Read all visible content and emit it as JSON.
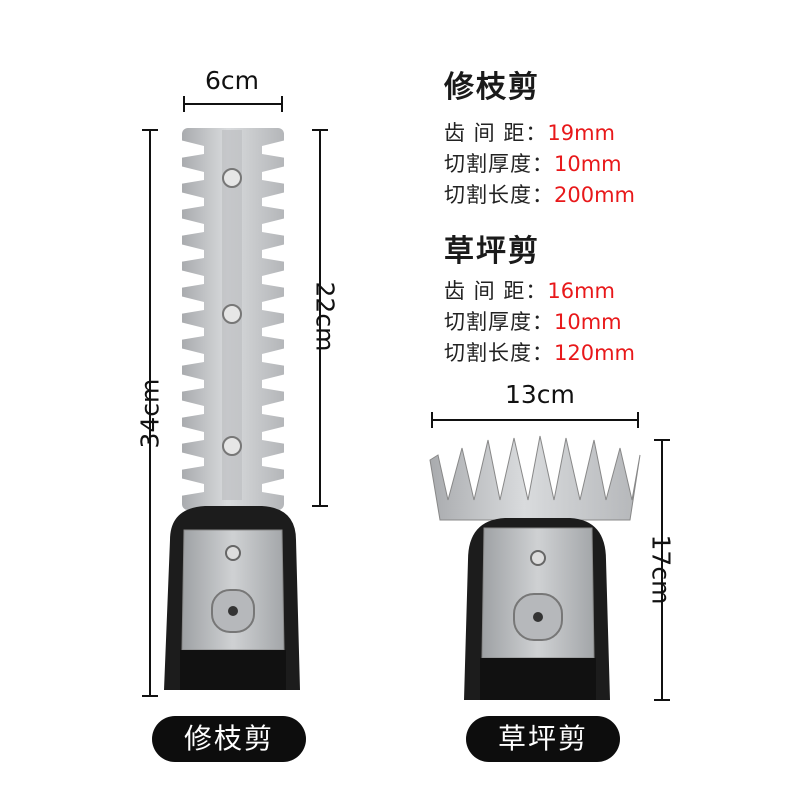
{
  "hedge": {
    "width_label": "6cm",
    "blade_length_label": "22cm",
    "total_length_label": "34cm",
    "caption": "修枝剪"
  },
  "grass": {
    "width_label": "13cm",
    "height_label": "17cm",
    "caption": "草坪剪"
  },
  "specs": [
    {
      "title": "修枝剪",
      "rows": [
        {
          "label": "齿 间 距：",
          "value": "19mm"
        },
        {
          "label": "切割厚度：",
          "value": "10mm"
        },
        {
          "label": "切割长度：",
          "value": "200mm"
        }
      ]
    },
    {
      "title": "草坪剪",
      "rows": [
        {
          "label": "齿 间 距：",
          "value": "16mm"
        },
        {
          "label": "切割厚度：",
          "value": "10mm"
        },
        {
          "label": "切割长度：",
          "value": "120mm"
        }
      ]
    }
  ],
  "colors": {
    "accent_value": "#e8181a",
    "caption_bg": "#0d0d0d",
    "steel": "#c4c6c8",
    "housing": "#1c1c1c"
  }
}
